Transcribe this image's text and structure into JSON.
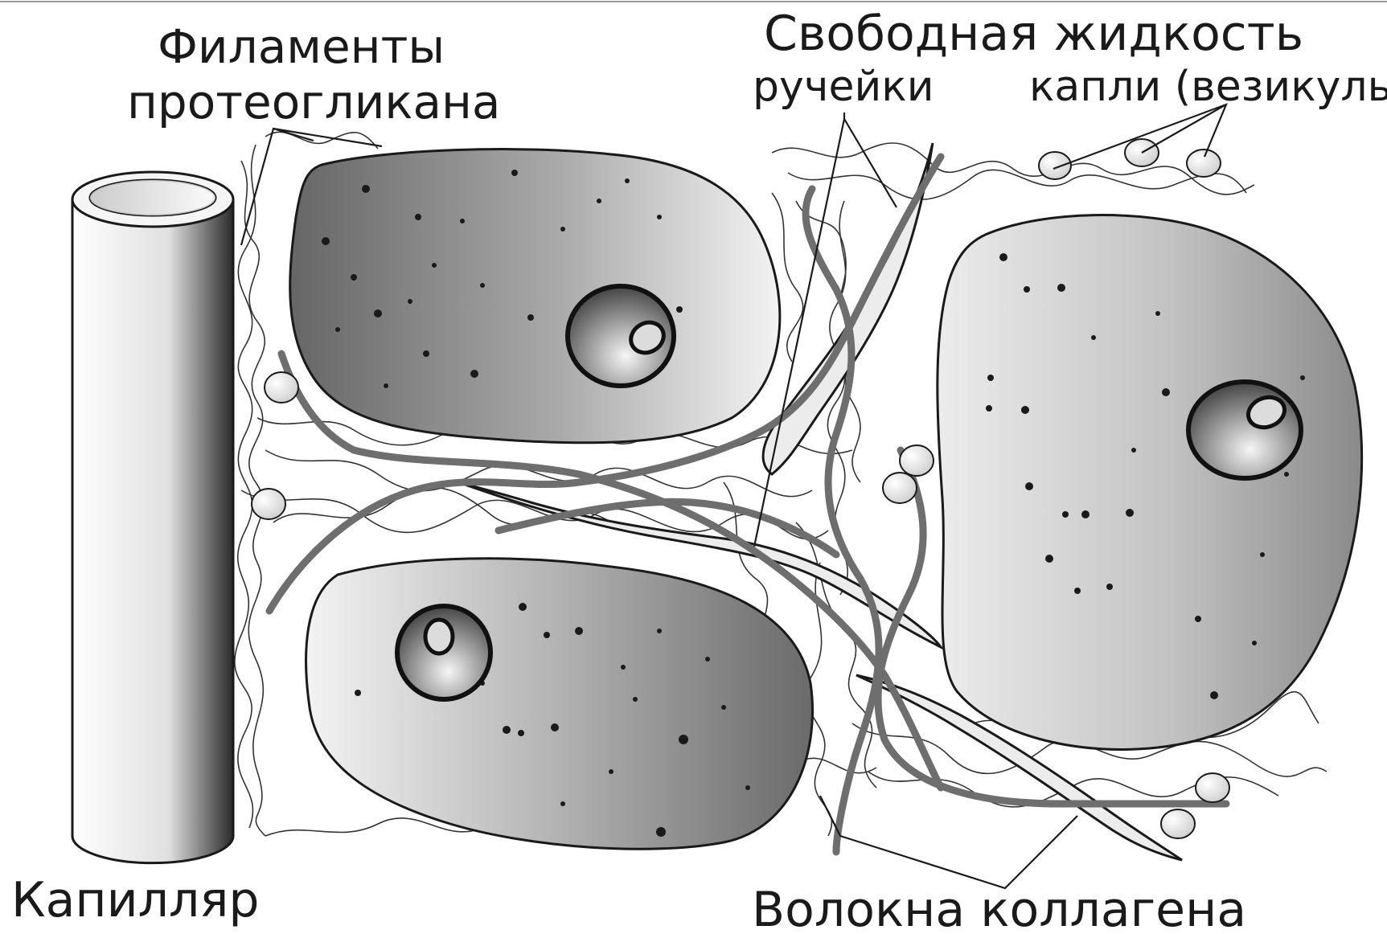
{
  "labels": {
    "proteoglycan_line1": "Филаменты",
    "proteoglycan_line2": "протеогликана",
    "free_fluid": "Свободная жидкость",
    "rivulets": "ручейки",
    "vesicles": "капли (везикулы)",
    "capillary": "Капилляр",
    "collagen": "Волокна коллагена"
  },
  "colors": {
    "outline": "#1a1a1a",
    "cell_dark": "#6a6a6a",
    "cell_light": "#f2f2f2",
    "collagen_fiber": "#6e6e6e",
    "rivulet_fill": "#ececec",
    "filament": "#333333"
  }
}
